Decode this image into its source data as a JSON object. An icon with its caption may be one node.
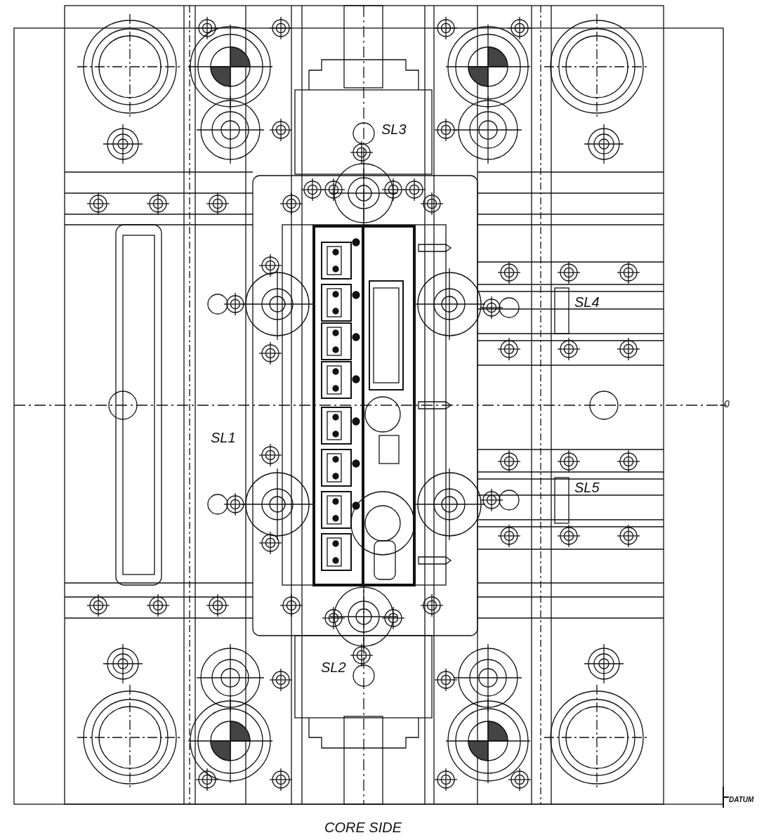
{
  "diagram": {
    "labels": [
      "SL3",
      "SL4",
      "SL1",
      "SL5",
      "SL2",
      "0",
      "DATUM",
      "CORE SIDE"
    ]
  }
}
